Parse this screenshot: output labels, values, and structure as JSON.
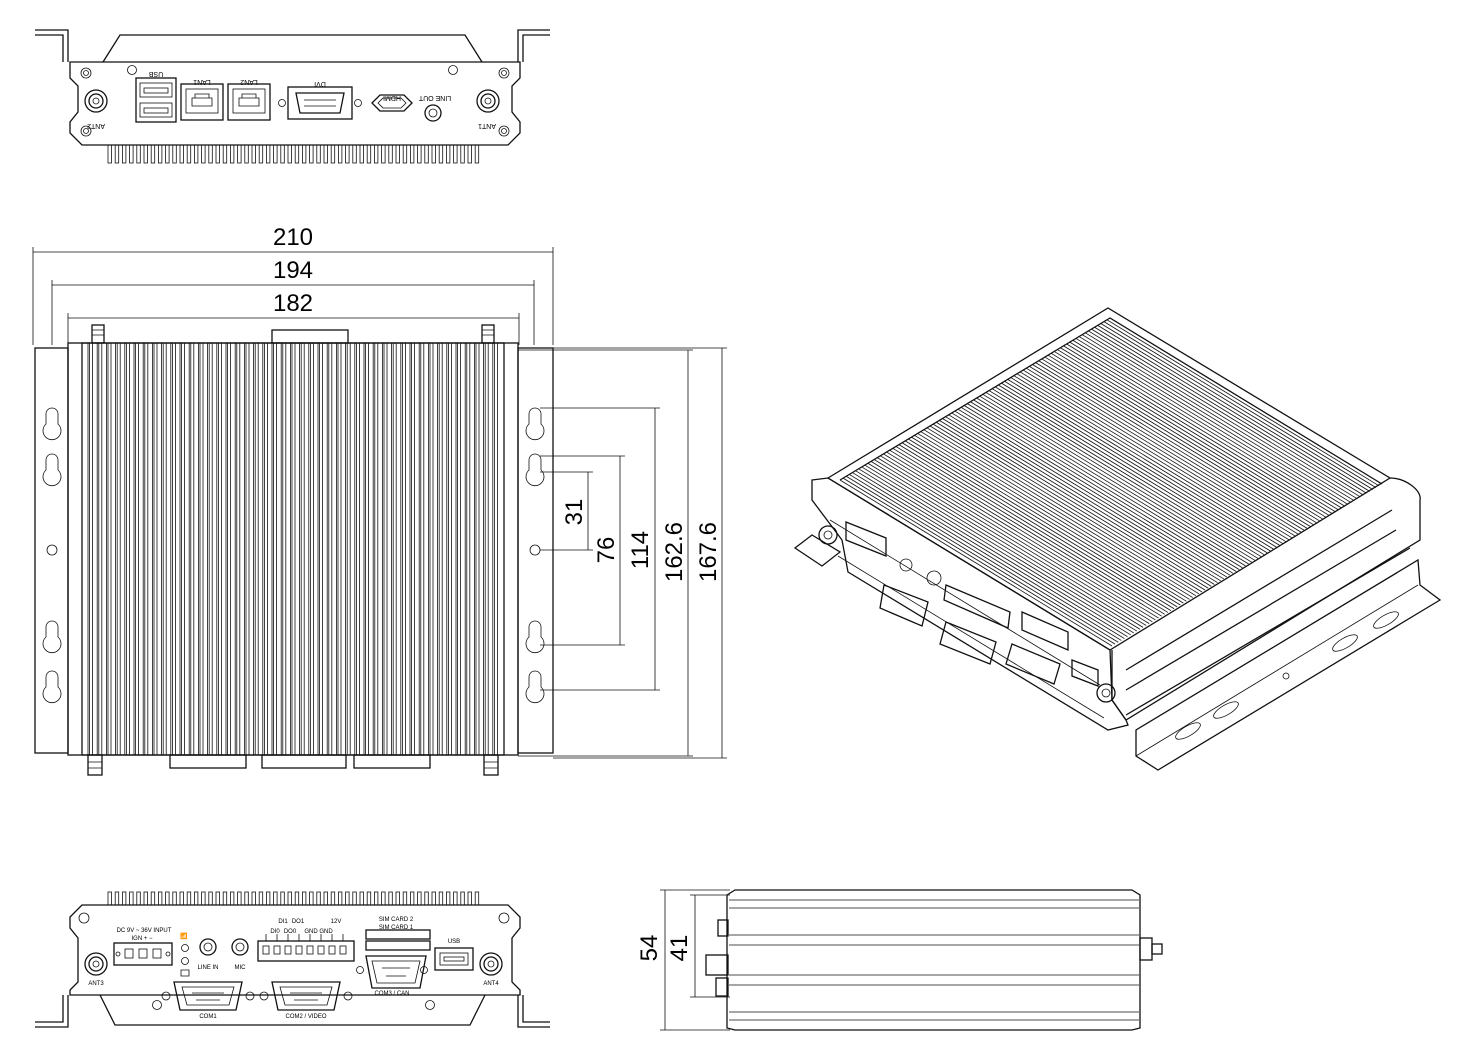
{
  "top_view": {
    "ports": [
      "USB",
      "LAN1",
      "LAN2",
      "DVI",
      "HDMI",
      "LINE OUT"
    ],
    "antennas": [
      "ANT2",
      "ANT1"
    ]
  },
  "plan_view": {
    "width_dims": [
      "210",
      "194",
      "182"
    ],
    "height_dims": [
      "31",
      "76",
      "114",
      "162.6",
      "167.6"
    ]
  },
  "front_view": {
    "power_label_1": "DC 9V ~ 36V INPUT",
    "power_label_2": "IGN   +    −",
    "dio_labels": [
      "DI1",
      "DO1",
      "DI0",
      "DO0",
      "GND",
      "GND",
      "12V"
    ],
    "sim_labels": [
      "SIM CARD 2",
      "SIM CARD 1"
    ],
    "ports": [
      "LINE IN",
      "MIC",
      "USB",
      "COM3 / CAN",
      "COM1",
      "COM2 / VIDEO"
    ],
    "antennas": [
      "ANT3",
      "ANT4"
    ]
  },
  "side_view": {
    "height_dims": [
      "54",
      "41"
    ]
  }
}
